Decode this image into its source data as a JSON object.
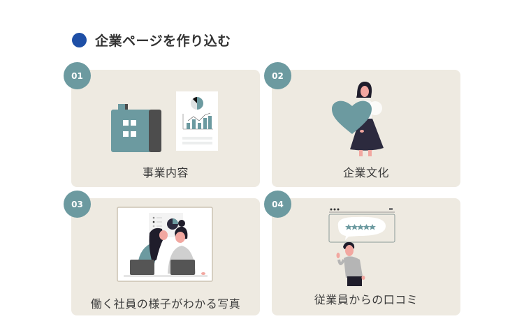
{
  "heading": {
    "title": "企業ページを作り込む",
    "bullet_color": "#1e4fa6"
  },
  "colors": {
    "card_bg": "#eeeae1",
    "badge_bg": "#6c9aa0",
    "accent_teal": "#6c9aa0",
    "dark_navy": "#2c2a3e"
  },
  "cards": [
    {
      "number": "01",
      "label": "事業内容",
      "illustration": "building-and-report-icon"
    },
    {
      "number": "02",
      "label": "企業文化",
      "illustration": "woman-holding-heart-icon"
    },
    {
      "number": "03",
      "label": "働く社員の様子がわかる写真",
      "illustration": "coworkers-photo-icon"
    },
    {
      "number": "04",
      "label": "従業員からの口コミ",
      "illustration": "employee-review-stars-icon"
    }
  ]
}
